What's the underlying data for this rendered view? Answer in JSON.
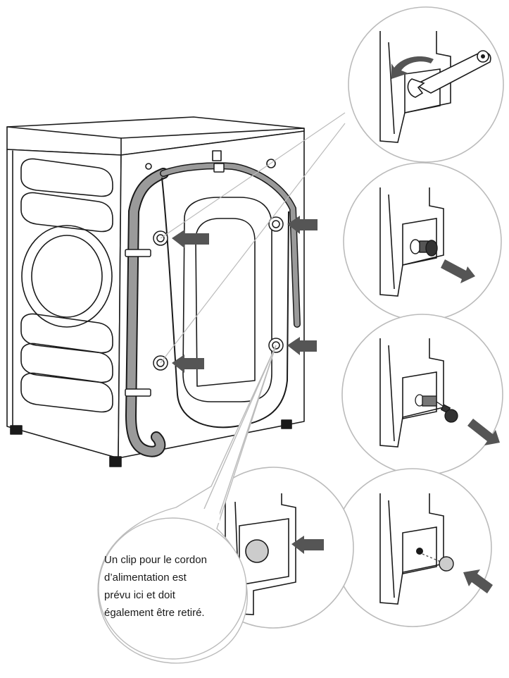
{
  "callout": {
    "lines": [
      "Un clip pour le cordon",
      "d’alimentation est",
      "prévu ici et doit",
      "également être retiré."
    ]
  },
  "colors": {
    "line": "#1a1a1a",
    "arrow": "#555555",
    "hose": "#8a8a8a",
    "callout_outline": "#bbbbbb"
  },
  "icons": [
    "washing-machine-illustration",
    "wrench-icon",
    "rotate-arrow-icon",
    "bolt-icon",
    "spacer-icon",
    "plug-cap-icon",
    "push-arrow-icon",
    "pull-arrow-icon"
  ]
}
